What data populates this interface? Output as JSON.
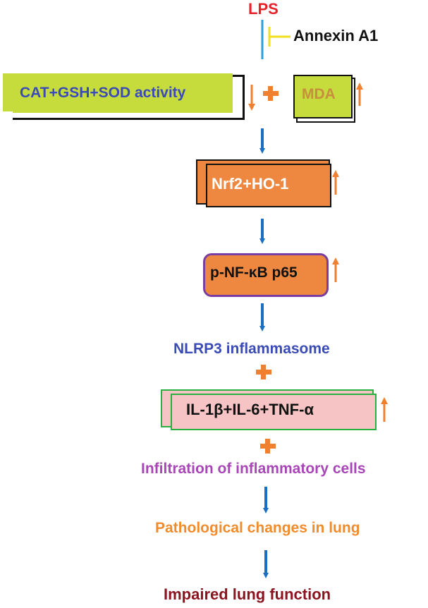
{
  "diagram": {
    "lps": "LPS",
    "annexin": "Annexin A1",
    "cat_box": "CAT+GSH+SOD activity",
    "mda_box": "MDA",
    "nrf2_box": "Nrf2+HO-1",
    "nfkb_box": "p-NF-κB p65",
    "nlrp3": "NLRP3 inflammasome",
    "il_box": "IL-1β+IL-6+TNF-α",
    "infiltration": "Infiltration of inflammatory cells",
    "pathological": "Pathological changes in lung",
    "impaired": "Impaired lung function"
  },
  "colors": {
    "lps": "#e8202a",
    "annexin_inhibitor": "#f0e020",
    "flow_arrow": "#1a6fc0",
    "indicator_arrow": "#ee8030",
    "plus": "#ee8030",
    "cat_fill": "#c6dc3c",
    "cat_text": "#3b4bb5",
    "mda_text": "#c98d3e",
    "nrf2_fill": "#ee8840",
    "nfkb_border": "#7a3ea0",
    "nlrp3_text": "#3b4bb5",
    "il_fill": "#f6c4c4",
    "il_border": "#28b040",
    "infiltration_text": "#a846b8",
    "pathological_text": "#f08c2c",
    "impaired_text": "#8c1420"
  },
  "indicators": {
    "cat": "down",
    "mda": "up",
    "nrf2": "up",
    "nfkb": "up",
    "il": "up"
  }
}
